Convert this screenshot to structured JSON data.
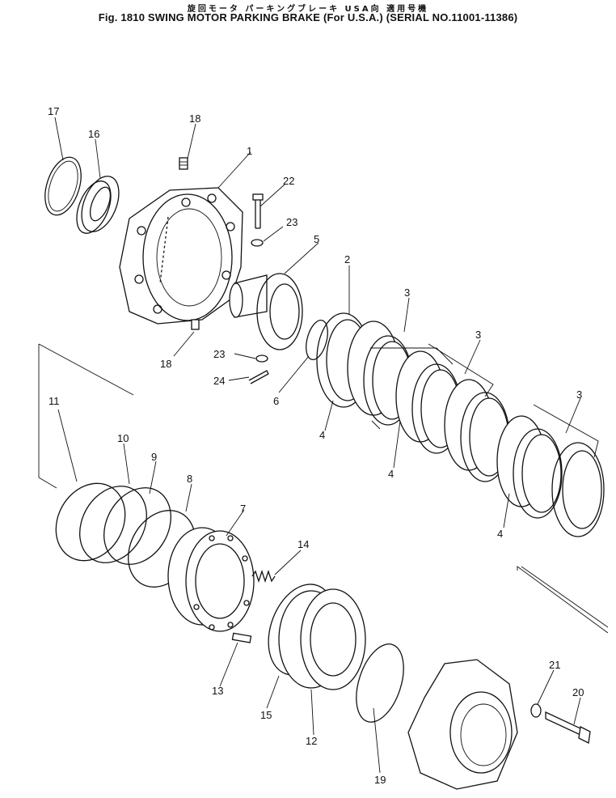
{
  "header": {
    "title_jp": "旋回モータ パーキングブレーキ USA向 適用号機",
    "title_en": "Fig. 1810  SWING MOTOR PARKING BRAKE (For U.S.A.) (SERIAL NO.11001-11386)"
  },
  "callouts": [
    "1",
    "2",
    "3",
    "3",
    "3",
    "4",
    "4",
    "4",
    "5",
    "6",
    "7",
    "8",
    "9",
    "10",
    "11",
    "12",
    "13",
    "14",
    "15",
    "16",
    "17",
    "18",
    "18",
    "19",
    "20",
    "21",
    "22",
    "23",
    "23",
    "24"
  ]
}
